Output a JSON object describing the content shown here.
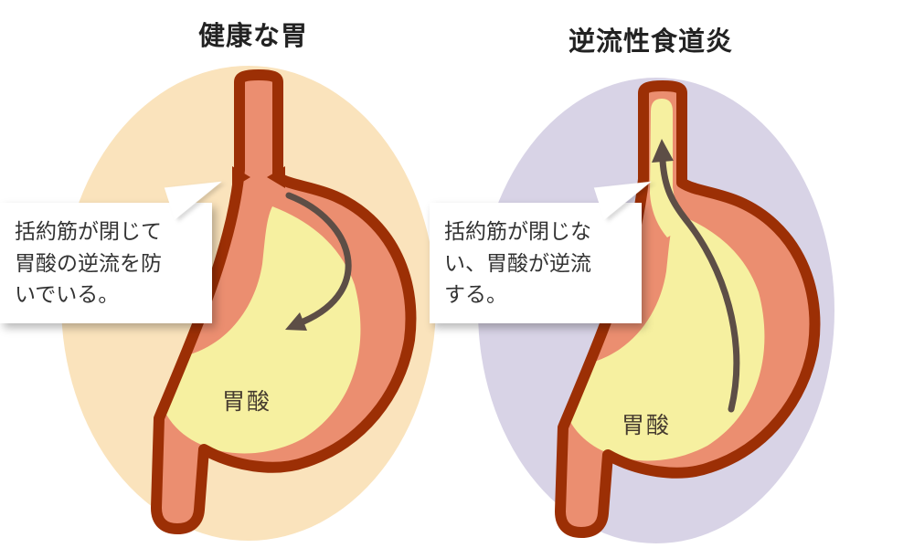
{
  "page": {
    "background": "#ffffff"
  },
  "panels": [
    {
      "id": "healthy",
      "title": "健康な胃",
      "acid_label": "胃酸",
      "callout_text": "括約筋が閉じて胃酸の逆流を防いでいる。",
      "callout_lines": [
        "括約筋が閉じて",
        "胃酸の逆流を防",
        "いでいる。"
      ],
      "bg_color": "#FAE3BC"
    },
    {
      "id": "reflux",
      "title": "逆流性食道炎",
      "acid_label": "胃酸",
      "callout_text": "括約筋が閉じない、胃酸が逆流する。",
      "callout_lines": [
        "括約筋が閉じな",
        "い、胃酸が逆流",
        "する。"
      ],
      "bg_color": "#D8D3E6"
    }
  ],
  "colors": {
    "stomach_outline": "#9C2F05",
    "stomach_wall": "#EB8E70",
    "acid": "#F6F0A0",
    "arrow": "#5D4E46",
    "callout_bg": "#ffffff",
    "text": "#333333"
  }
}
